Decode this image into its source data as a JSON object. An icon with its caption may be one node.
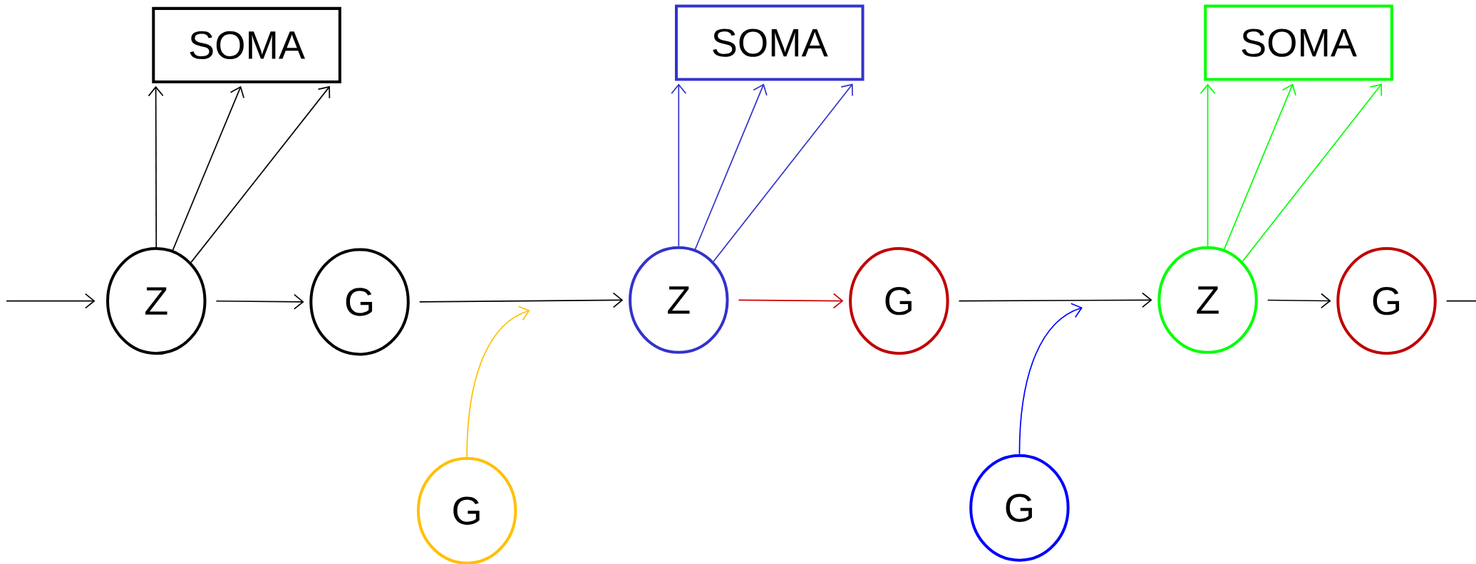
{
  "diagram": {
    "nodes": [
      {
        "text": [
          "SOMA"
        ]
      },
      {
        "text": [
          "SOMA"
        ]
      },
      {
        "text": [
          "SOMA"
        ]
      },
      {
        "text": [
          "Z"
        ]
      },
      {
        "text": [
          "G"
        ]
      },
      {
        "text": [
          "Z"
        ]
      },
      {
        "text": [
          "G"
        ]
      },
      {
        "text": [
          "Z"
        ]
      },
      {
        "text": [
          "G"
        ]
      },
      {
        "text": [
          "G"
        ]
      },
      {
        "text": [
          "G"
        ]
      }
    ],
    "edges": [
      {
        "from": null,
        "to": 3,
        "arrow": "to"
      },
      {
        "from": 3,
        "to": 4,
        "arrow": "to"
      },
      {
        "from": 4,
        "to": 5,
        "arrow": "to"
      },
      {
        "from": 5,
        "to": 6,
        "arrow": "to",
        "color": "#cc0000"
      },
      {
        "from": 6,
        "to": 7,
        "arrow": "to"
      },
      {
        "from": 7,
        "to": 8,
        "arrow": "to"
      },
      {
        "from": 8,
        "to": null,
        "arrow": "none"
      },
      {
        "from": 3,
        "to": 0,
        "arrow": "to"
      },
      {
        "from": 3,
        "to": 0,
        "arrow": "to"
      },
      {
        "from": 3,
        "to": 0,
        "arrow": "to"
      },
      {
        "from": 5,
        "to": 1,
        "arrow": "to",
        "color": "#3333cc"
      },
      {
        "from": 5,
        "to": 1,
        "arrow": "to",
        "color": "#3333cc"
      },
      {
        "from": 5,
        "to": 1,
        "arrow": "to",
        "color": "#3333cc"
      },
      {
        "from": 7,
        "to": 2,
        "arrow": "to",
        "color": "#00ff00"
      },
      {
        "from": 7,
        "to": 2,
        "arrow": "to",
        "color": "#00ff00"
      },
      {
        "from": 7,
        "to": 2,
        "arrow": "to",
        "color": "#00ff00"
      },
      {
        "from": 9,
        "to": null,
        "arrow": "to",
        "color": "#ffc000"
      },
      {
        "from": 10,
        "to": null,
        "arrow": "to",
        "color": "#0000ff"
      }
    ]
  }
}
